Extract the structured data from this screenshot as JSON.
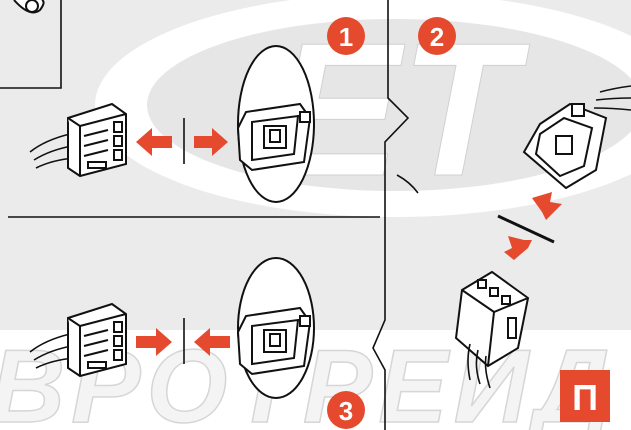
{
  "diagram": {
    "steps": [
      "1",
      "2",
      "3"
    ],
    "step_color": "#e64a2e",
    "arrow_color": "#e64a2e",
    "line_color": "#111111",
    "watermark": {
      "monogram": "ET",
      "text": "ВРОТРЕЙД",
      "color": "#dedede"
    },
    "brand_badge": {
      "letter": "П",
      "color": "#e64a2e"
    }
  }
}
